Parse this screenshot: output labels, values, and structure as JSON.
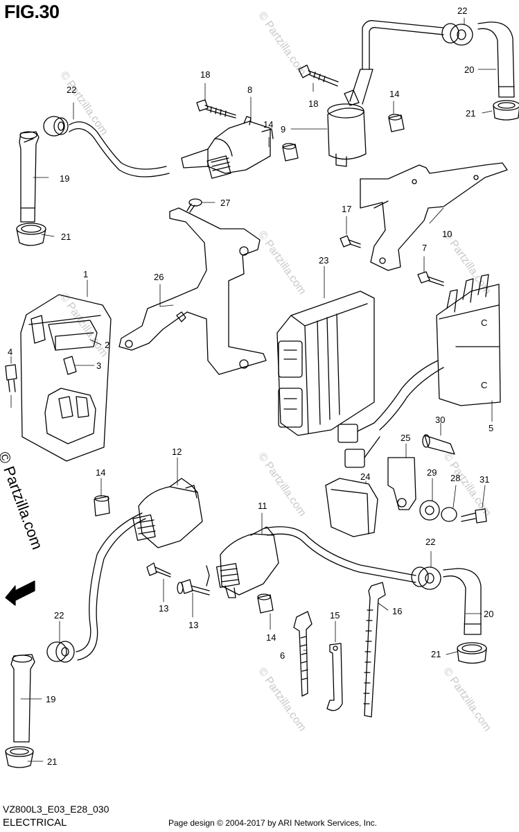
{
  "figure": {
    "title": "FIG.30",
    "model_code": "VZ800L3_E03_E28_030",
    "section": "ELECTRICAL",
    "credit": "Page design © 2004-2017 by ARI Network Services, Inc.",
    "copyright": "© Partzilla.com",
    "watermark": "© Partzilla.com",
    "fwd_label": "FWD"
  },
  "callouts": {
    "c1": "1",
    "c2": "2",
    "c3": "3",
    "c4": "4",
    "c5": "5",
    "c6": "6",
    "c7": "7",
    "c8": "8",
    "c9": "9",
    "c10": "10",
    "c11": "11",
    "c12": "12",
    "c13a": "13",
    "c13b": "13",
    "c14a": "14",
    "c14b": "14",
    "c14c": "14",
    "c14d": "14",
    "c15": "15",
    "c16": "16",
    "c17": "17",
    "c18a": "18",
    "c18b": "18",
    "c19a": "19",
    "c19b": "19",
    "c20a": "20",
    "c20b": "20",
    "c21a": "21",
    "c21b": "21",
    "c21c": "21",
    "c21d": "21",
    "c22a": "22",
    "c22b": "22",
    "c22c": "22",
    "c22d": "22",
    "c23": "23",
    "c24": "24",
    "c25": "25",
    "c26": "26",
    "c27": "27",
    "c28": "28",
    "c29": "29",
    "c30": "30",
    "c31": "31"
  },
  "colors": {
    "line": "#000000",
    "watermark": "#c9c9c9"
  }
}
